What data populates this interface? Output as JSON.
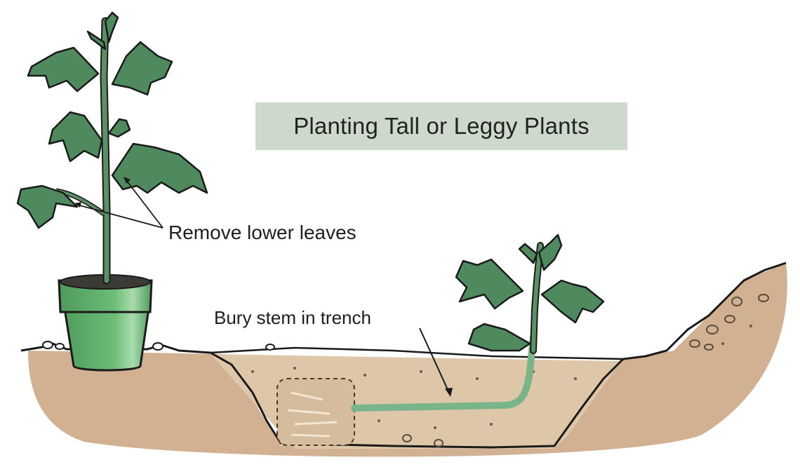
{
  "diagram": {
    "title": "Planting Tall or Leggy Plants",
    "labels": {
      "remove_leaves": "Remove lower leaves",
      "bury_stem": "Bury stem in trench"
    },
    "elements": [
      {
        "name": "potted-tall-plant",
        "description": "Tall leggy plant in a green pot"
      },
      {
        "name": "trench-planted-seedling",
        "description": "Plant laid sideways in trench with buried stem"
      },
      {
        "name": "soil-cross-section",
        "description": "Ground cross-section with trench"
      },
      {
        "name": "dirt-mound",
        "description": "Excavated soil pile at right"
      }
    ],
    "colors": {
      "title_background": "#cddacb",
      "leaf_green": "#4f8a5e",
      "pot_green": "#5fae6a",
      "soil_tan": "#c9a582",
      "trench_fill": "#dcc3a6",
      "outline": "#1a1a1a"
    }
  }
}
